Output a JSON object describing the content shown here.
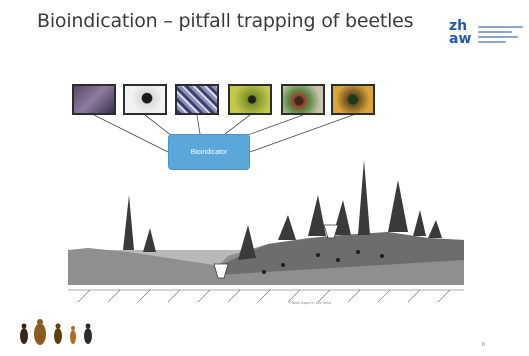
{
  "slide": {
    "title": "Bioindication – pitfall trapping of beetles",
    "logo": {
      "mark_line1": "zh",
      "mark_line2": "aw"
    },
    "photos": [
      {
        "label": "pitfall trap",
        "caption": ""
      },
      {
        "label": "beetle",
        "caption": ""
      },
      {
        "label": "beetle catch",
        "caption": ""
      },
      {
        "label": "beetle on leaf",
        "caption": ""
      },
      {
        "label": "beetle on plant",
        "caption": ""
      },
      {
        "label": "beetle",
        "caption": ""
      }
    ],
    "bio_box_label": "Bioindicator",
    "figure_caption": "Pitfall traps in the field",
    "page_number": "8",
    "colors": {
      "box_fill": "#5aa7dc",
      "title": "#3b3b3b",
      "logo": "#1f5aa6"
    }
  }
}
